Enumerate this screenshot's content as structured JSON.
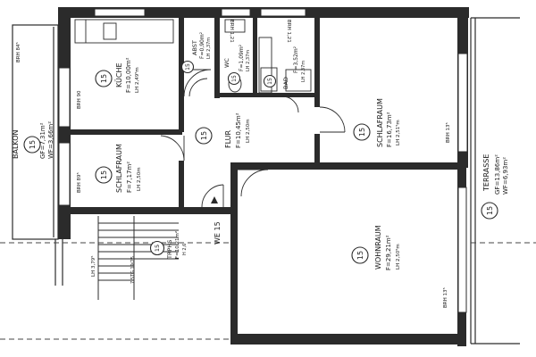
{
  "unit": "WE 15",
  "rooms": {
    "kueche": {
      "num": "15",
      "name": "KÜCHE",
      "area": "F=10,00m²",
      "lh": "LH 2,49⁵m"
    },
    "abst": {
      "num": "15",
      "name": "ABST",
      "area": "F=0,90m²",
      "lh": "LH 2,37m"
    },
    "wc": {
      "num": "15",
      "name": "WC",
      "area": "F=1,09m²",
      "lh": "LH 2,37m"
    },
    "bad": {
      "num": "15",
      "name": "BAD",
      "area": "F=3,52m²",
      "lh": "LH 2,37m"
    },
    "schlaf_r": {
      "num": "15",
      "name": "SCHLAFRAUM",
      "area": "F=16,73m²",
      "lh": "LH 2,51⁵m"
    },
    "flur": {
      "num": "15",
      "name": "FLUR",
      "area": "F=10,45m²",
      "lh": "LH 2,50m"
    },
    "schlaf_l": {
      "num": "15",
      "name": "SCHLAFRAUM",
      "area": "F=7,17m²",
      "lh": "LH 2,50m"
    },
    "balkon": {
      "num": "15",
      "name": "BALKON",
      "gf": "GF=7,31m²",
      "wf": "WF=3,66m²"
    },
    "wohn": {
      "num": "15",
      "name": "WOHNRAUM",
      "area": "F=29,21m²",
      "lh": "LH 2,50⁵m"
    },
    "terrasse": {
      "num": "15",
      "name": "TERRASSE",
      "gf": "GF=13,86m²",
      "wf": "WF=6,93m²"
    },
    "treppe": {
      "num": "15",
      "name": "TRPHS",
      "area": "F=10,21m²",
      "lh": "H 2,6"
    }
  },
  "labels": {
    "brh_balkon": "BRH 84⁵",
    "brh_kueche": "BRH 90",
    "brh_schlaf_l": "BRH 89⁵",
    "brh_abst": "BRH 1,21",
    "brh_bad": "BRH 1,21",
    "brh_schlaf_r": "BRH 13⁵",
    "brh_wohn": "BRH 13⁵",
    "lh_stair": "LH 3,79⁵",
    "stair_note": "7 STG 19/25"
  }
}
